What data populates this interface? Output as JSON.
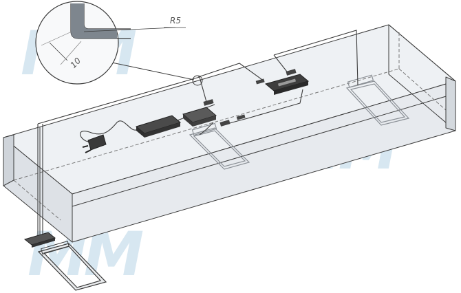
{
  "watermark": "MM",
  "dimensions": {
    "radius_label": "R5",
    "width_label": "10"
  },
  "colors": {
    "line": "#3a3a3a",
    "face_light": "#f2f4f6",
    "face_mid": "#e6e9ed",
    "face_dark": "#d9dde2",
    "watermark": "#d7e7f1",
    "device": "#3c3c3c"
  }
}
